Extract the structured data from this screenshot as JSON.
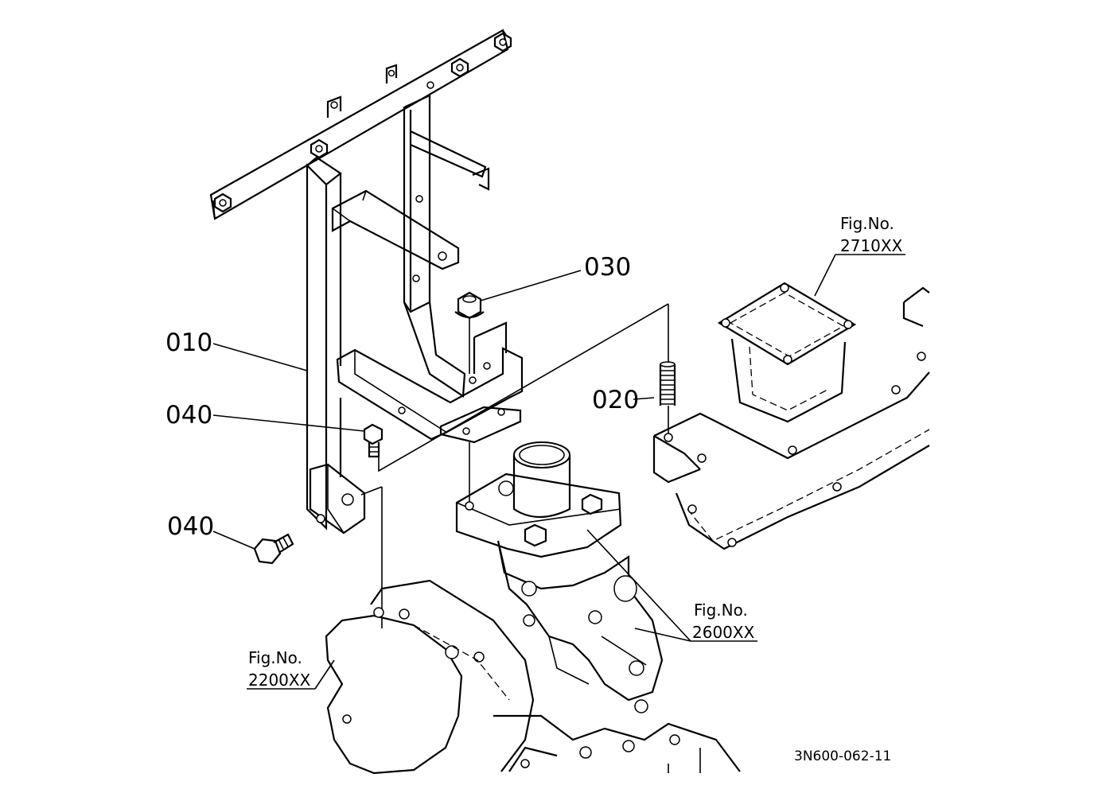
{
  "parts": [
    {
      "number": "010"
    },
    {
      "number": "020"
    },
    {
      "number": "030"
    },
    {
      "number": "040"
    },
    {
      "number": "040"
    }
  ],
  "figure_refs": [
    {
      "label": "Fig.No.",
      "number": "2710XX"
    },
    {
      "label": "Fig.No.",
      "number": "2600XX"
    },
    {
      "label": "Fig.No.",
      "number": "2200XX"
    }
  ],
  "drawing_code": "3N600-062-11"
}
